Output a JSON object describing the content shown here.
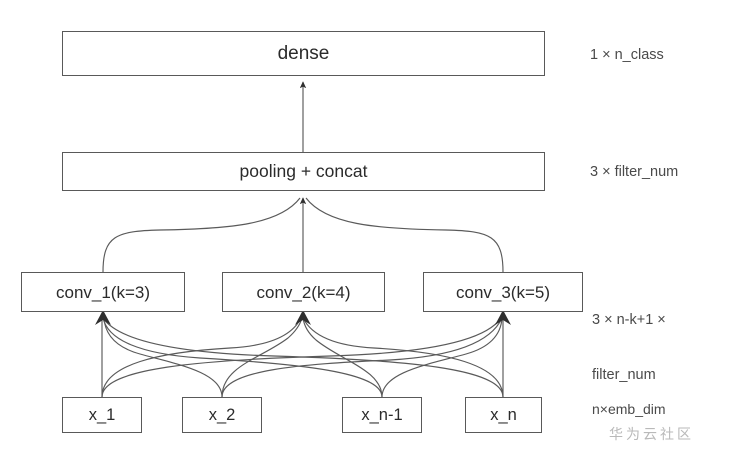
{
  "diagram": {
    "title": "TextCNN architecture diagram",
    "colors": {
      "background": "#ffffff",
      "box_border": "#595959",
      "edge": "#5a5a5a",
      "text": "#2b2b2b",
      "side_label_text": "#4a4a4a",
      "watermark": "#b9b9b9"
    },
    "layers": [
      {
        "id": "dense",
        "label": "dense",
        "shape_label": "1 × n_class"
      },
      {
        "id": "pooling",
        "label": "pooling + concat",
        "shape_label": "3 × filter_num"
      },
      {
        "id": "conv",
        "shape_label_line1": "3 × n-k+1 ×",
        "shape_label_line2": "filter_num",
        "nodes": [
          {
            "id": "conv_1",
            "label": "conv_1(k=3)",
            "kernel_size": 3
          },
          {
            "id": "conv_2",
            "label": "conv_2(k=4)",
            "kernel_size": 4
          },
          {
            "id": "conv_3",
            "label": "conv_3(k=5)",
            "kernel_size": 5
          }
        ]
      },
      {
        "id": "input",
        "shape_label": "n×emb_dim",
        "nodes": [
          {
            "id": "x_1",
            "label": "x_1"
          },
          {
            "id": "x_2",
            "label": "x_2"
          },
          {
            "id": "x_n-1",
            "label": "x_n-1"
          },
          {
            "id": "x_n",
            "label": "x_n"
          }
        ]
      }
    ],
    "watermark": "华为云社区"
  }
}
